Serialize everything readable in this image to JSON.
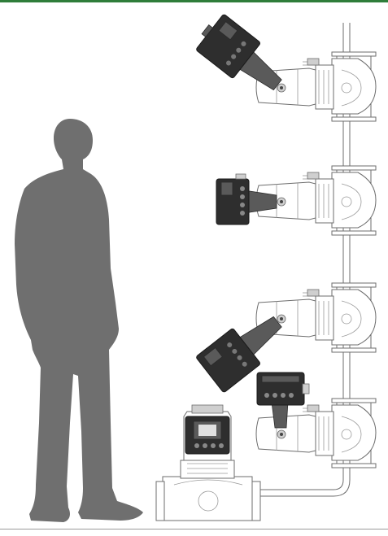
{
  "colors": {
    "top_rule": "#2f7d3a",
    "silhouette": "#6f6f6f",
    "line": "#6d6d6d",
    "module_dark": "#2e2e2e"
  },
  "figure": {
    "person": "person-silhouette",
    "pumps_on_riser": 4,
    "pumps_on_floor": 1
  }
}
